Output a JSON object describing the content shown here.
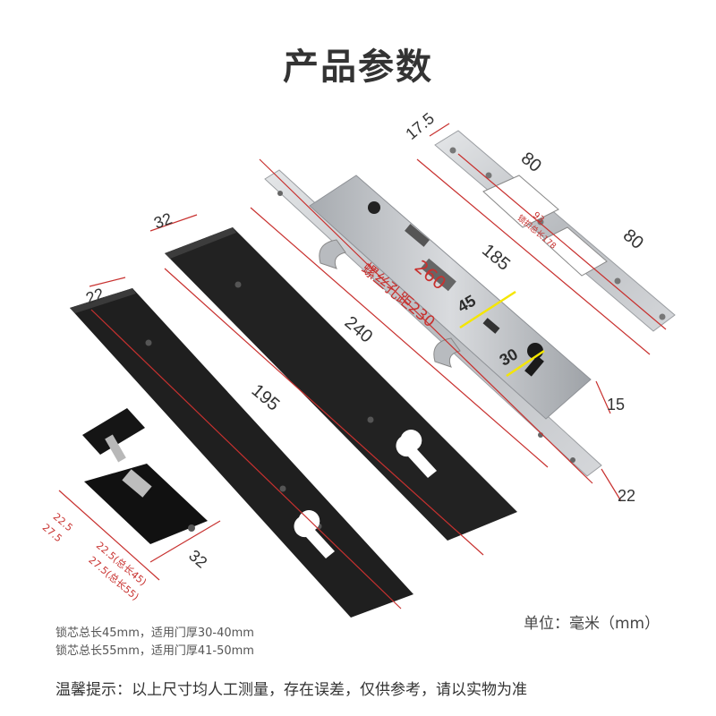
{
  "title": "产品参数",
  "dimensions": {
    "faceplate_top_offset": "17.5",
    "strike_upper": "80",
    "strike_hole": "93",
    "strike_total": "锁扣总长178",
    "strike_lower": "80",
    "faceplate_length": "260",
    "case_length": "185",
    "screw_spacing": "螺丝孔距230",
    "backset": "45",
    "center_distance": "30",
    "faceplate_width": "22",
    "faceplate_thickness": "15",
    "long_plate_width": "32",
    "long_plate_length": "240",
    "short_plate_width": "22",
    "short_plate_length": "195",
    "cylinder_width": "32",
    "cyl_left_a": "22.5",
    "cyl_left_b": "27.5",
    "cyl_right_a": "22.5(总长45)",
    "cyl_right_b": "27.5(总长55)"
  },
  "notes": [
    "锁芯总长45mm，适用门厚30-40mm",
    "锁芯总长55mm，适用门厚41-50mm"
  ],
  "unit_label": "单位：毫米（mm）",
  "warning": "温馨提示：以上尺寸均人工测量，存在误差，仅供参考，请以实物为准",
  "colors": {
    "dimension_red": "#c8312f",
    "dimension_yellow": "#f5e600",
    "plate_black": "#1e1e1e",
    "steel": "#c9ccd0"
  }
}
